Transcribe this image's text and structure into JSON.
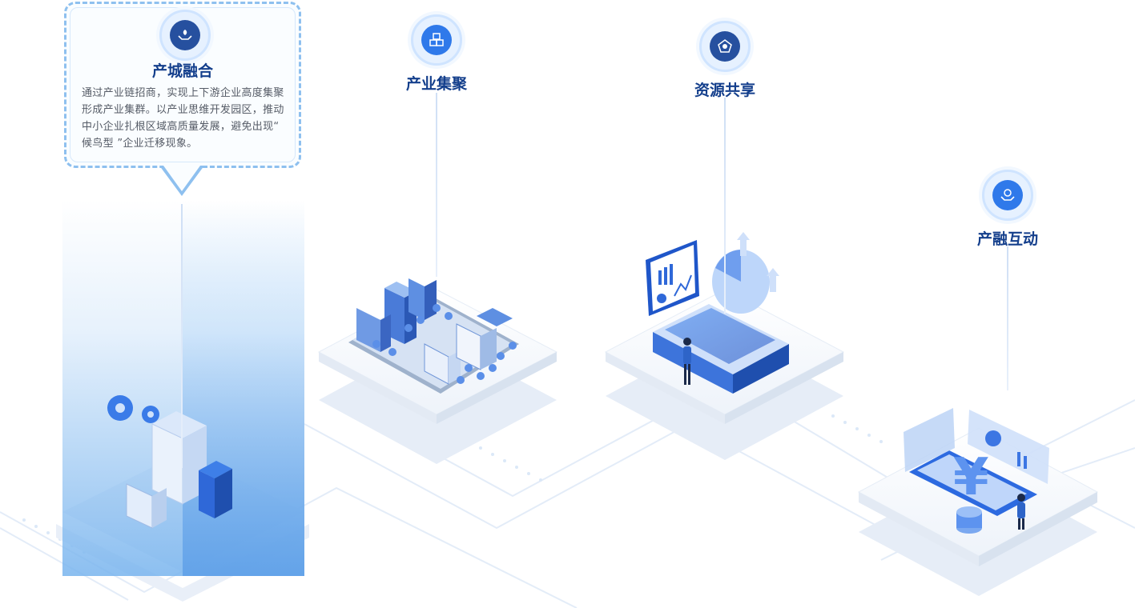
{
  "accent_color": "#2f79ea",
  "title_color": "#143f8c",
  "callout": {
    "title": "产城融合",
    "body": "通过产业链招商，实现上下游企业高度集聚形成产业集群。以产业思维开发园区，推动中小企业扎根区域高质量发展，避免出现“ 候鸟型 ”企业迁移现象。",
    "icon": "hands-plant-icon"
  },
  "nodes": [
    {
      "title": "产业集聚",
      "icon": "cubes-icon"
    },
    {
      "title": "资源共享",
      "icon": "shared-network-icon"
    },
    {
      "title": "产融互动",
      "icon": "hands-coin-icon"
    }
  ]
}
